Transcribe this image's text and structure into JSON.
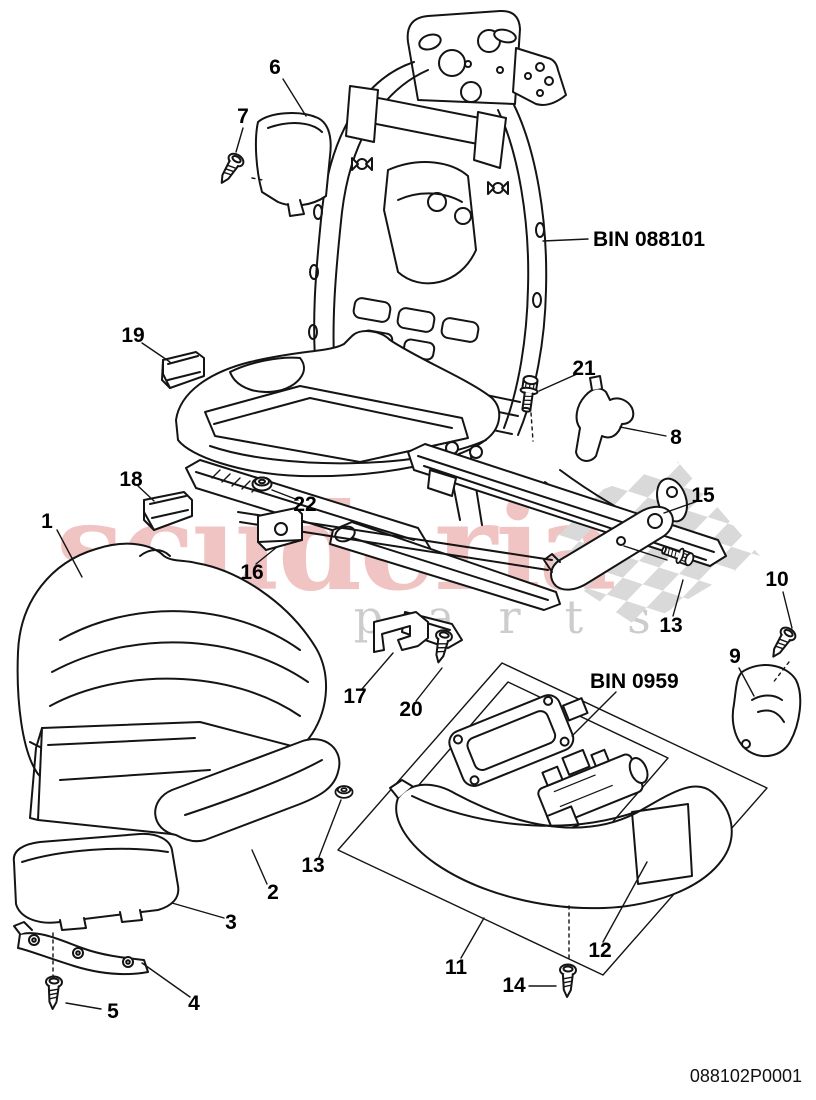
{
  "watermark": {
    "brand": "scuderia",
    "tagline": "car parts",
    "brand_color": "#f0c4c2",
    "tagline_color": "#c9c9c9",
    "flag_color": "#d9d9d9"
  },
  "annotations": {
    "bin_top": "BIN 088101",
    "bin_box": "BIN 0959",
    "part_code": "088102P0001"
  },
  "callouts": {
    "c1": "1",
    "c2": "2",
    "c3": "3",
    "c4": "4",
    "c5": "5",
    "c6": "6",
    "c7": "7",
    "c8": "8",
    "c9": "9",
    "c10": "10",
    "c11": "11",
    "c12": "12",
    "c13a": "13",
    "c13b": "13",
    "c14": "14",
    "c15": "15",
    "c16": "16",
    "c17": "17",
    "c18": "18",
    "c19": "19",
    "c20": "20",
    "c21": "21",
    "c22": "22"
  }
}
